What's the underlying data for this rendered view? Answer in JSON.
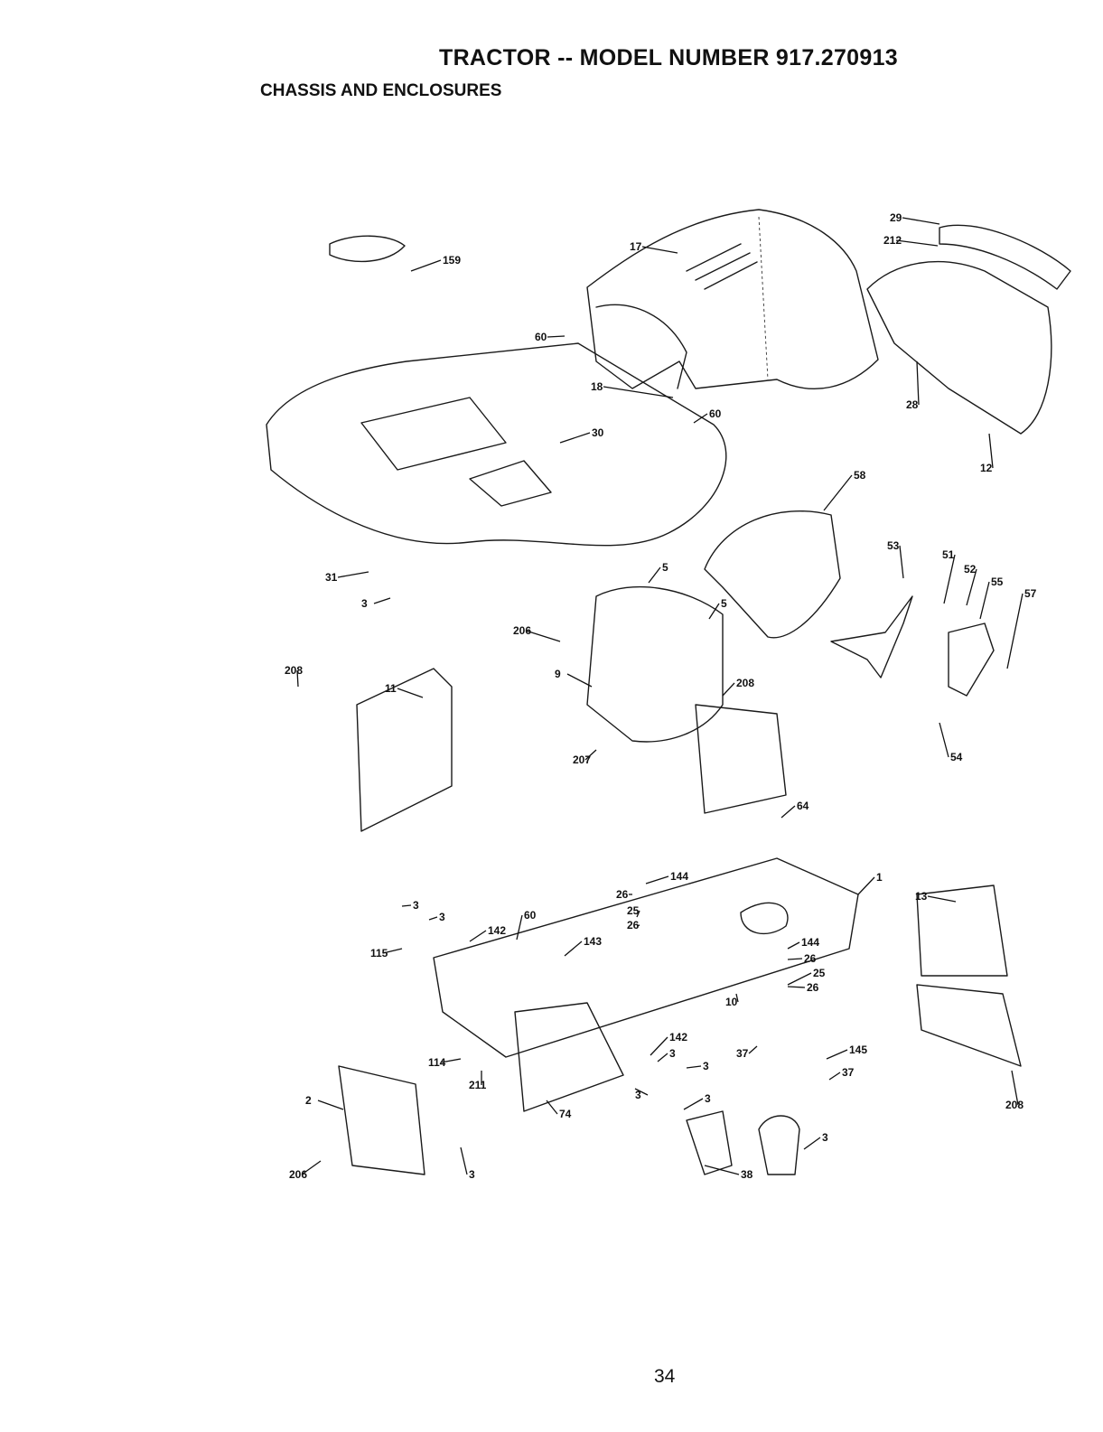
{
  "header": {
    "title": "TRACTOR -- MODEL NUMBER 917.270913",
    "section": "CHASSIS AND ENCLOSURES"
  },
  "page_number": "34",
  "callouts": [
    {
      "label": "29"
    },
    {
      "label": "212"
    },
    {
      "label": "17"
    },
    {
      "label": "159"
    },
    {
      "label": "60"
    },
    {
      "label": "18"
    },
    {
      "label": "28"
    },
    {
      "label": "60"
    },
    {
      "label": "30"
    },
    {
      "label": "12"
    },
    {
      "label": "58"
    },
    {
      "label": "53"
    },
    {
      "label": "51"
    },
    {
      "label": "52"
    },
    {
      "label": "55"
    },
    {
      "label": "57"
    },
    {
      "label": "31"
    },
    {
      "label": "5"
    },
    {
      "label": "5"
    },
    {
      "label": "3"
    },
    {
      "label": "206"
    },
    {
      "label": "9"
    },
    {
      "label": "208"
    },
    {
      "label": "11"
    },
    {
      "label": "208"
    },
    {
      "label": "54"
    },
    {
      "label": "207"
    },
    {
      "label": "64"
    },
    {
      "label": "144"
    },
    {
      "label": "1"
    },
    {
      "label": "26"
    },
    {
      "label": "3"
    },
    {
      "label": "3"
    },
    {
      "label": "25"
    },
    {
      "label": "13"
    },
    {
      "label": "60"
    },
    {
      "label": "26"
    },
    {
      "label": "142"
    },
    {
      "label": "143"
    },
    {
      "label": "115"
    },
    {
      "label": "144"
    },
    {
      "label": "26"
    },
    {
      "label": "10"
    },
    {
      "label": "25"
    },
    {
      "label": "26"
    },
    {
      "label": "142"
    },
    {
      "label": "3"
    },
    {
      "label": "37"
    },
    {
      "label": "145"
    },
    {
      "label": "114"
    },
    {
      "label": "3"
    },
    {
      "label": "37"
    },
    {
      "label": "211"
    },
    {
      "label": "208"
    },
    {
      "label": "3"
    },
    {
      "label": "2"
    },
    {
      "label": "74"
    },
    {
      "label": "3"
    },
    {
      "label": "3"
    },
    {
      "label": "206"
    },
    {
      "label": "3"
    },
    {
      "label": "38"
    }
  ]
}
